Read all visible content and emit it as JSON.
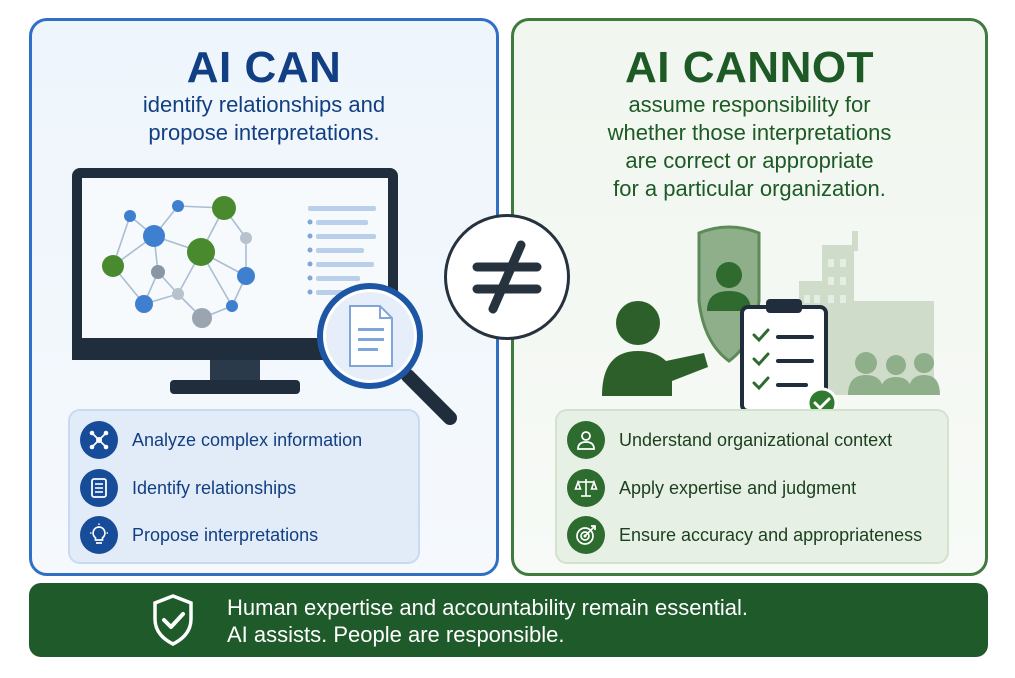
{
  "left_panel": {
    "title": "AI CAN",
    "subtitle_lines": [
      "identify relationships and",
      "propose interpretations."
    ],
    "features": [
      {
        "icon": "network-icon",
        "label": "Analyze complex information"
      },
      {
        "icon": "document-icon",
        "label": "Identify relationships"
      },
      {
        "icon": "lightbulb-icon",
        "label": "Propose interpretations"
      }
    ]
  },
  "right_panel": {
    "title": "AI CANNOT",
    "subtitle_lines": [
      "assume responsibility for",
      "whether those interpretations",
      "are correct or appropriate",
      "for a particular organization."
    ],
    "features": [
      {
        "icon": "person-icon",
        "label": "Understand organizational context"
      },
      {
        "icon": "scales-icon",
        "label": "Apply expertise and judgment"
      },
      {
        "icon": "target-icon",
        "label": "Ensure accuracy and appropriateness"
      }
    ]
  },
  "center_symbol": "not-equal-icon",
  "banner": {
    "icon": "shield-check-icon",
    "lines": [
      "Human expertise and accountability remain essential.",
      "AI assists. People are responsible."
    ]
  },
  "colors": {
    "blue_dark": "#123f83",
    "blue_accent": "#2f6fc4",
    "green_dark": "#1d5a26",
    "green_accent": "#3f7a3f",
    "banner_bg": "#1f5a2a"
  }
}
